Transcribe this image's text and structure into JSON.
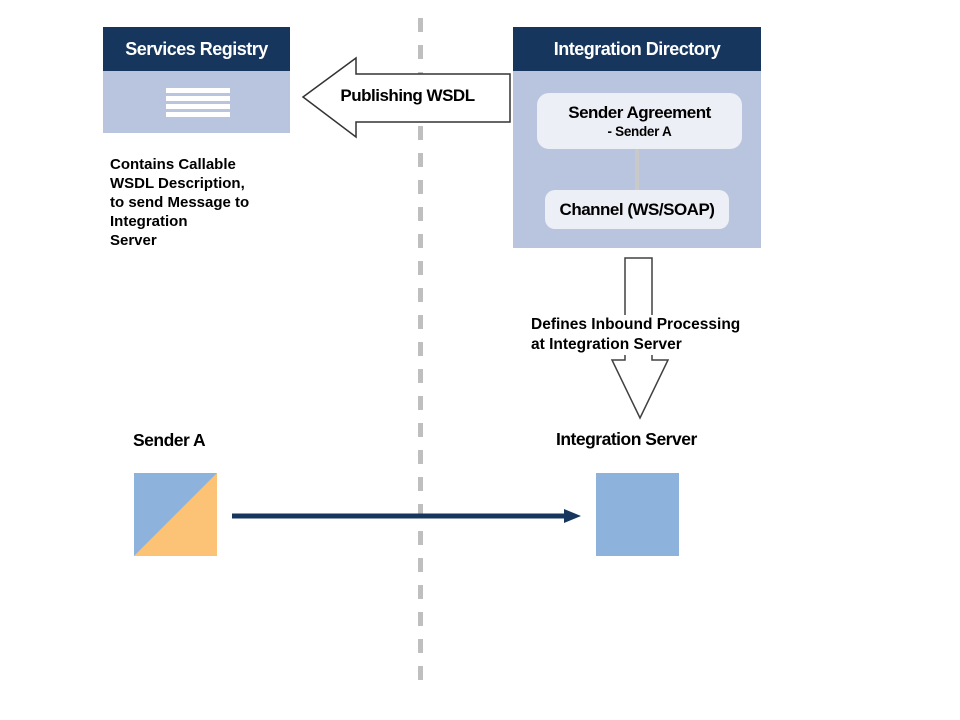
{
  "palette": {
    "header_navy": "#17365d",
    "panel_blue": "#b9c5de",
    "card_bg": "#edeff6",
    "connector_gray": "#c9c9c9",
    "dash_gray": "#bfbfbf",
    "square_blue": "#8db3dc",
    "square_orange": "#fcc377",
    "flow_arrow_navy": "#17365d"
  },
  "services_registry": {
    "title": "Services Registry",
    "icon": "document-lines-icon"
  },
  "publishing_arrow": {
    "label": "Publishing WSDL",
    "direction": "left"
  },
  "registry_note": "Contains Callable\nWSDL Description,\nto send Message to\nIntegration\nServer",
  "integration_directory": {
    "title": "Integration Directory",
    "sender_agreement": {
      "title": "Sender Agreement",
      "subtitle": "- Sender A"
    },
    "channel": {
      "title": "Channel (WS/SOAP)"
    }
  },
  "defines_note": "Defines Inbound Processing\nat Integration Server",
  "sender": {
    "label": "Sender A"
  },
  "integration_server": {
    "label": "Integration Server"
  }
}
